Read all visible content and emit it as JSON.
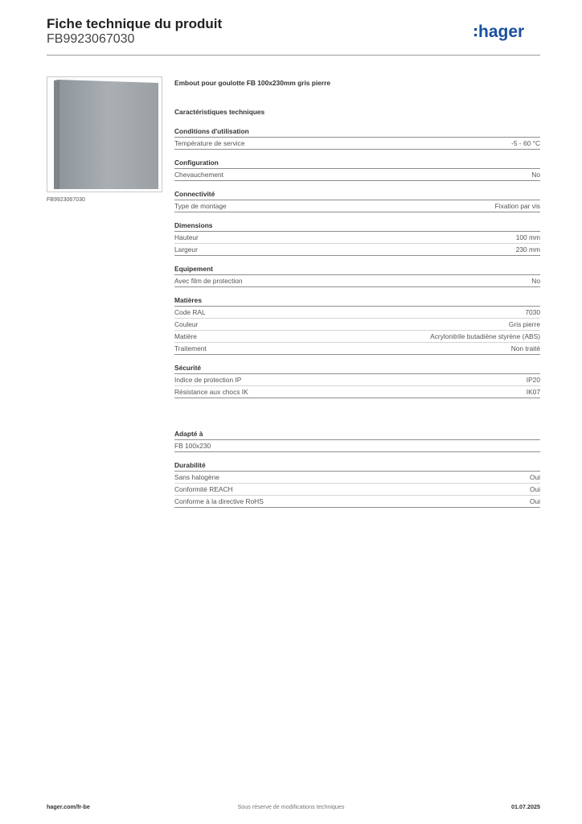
{
  "header": {
    "title": "Fiche technique du produit",
    "reference": "FB9923067030",
    "logo_text": ":hager",
    "brand_color": "#1a4fa0"
  },
  "product": {
    "image_caption": "FB9923067030",
    "description": "Embout pour goulotte FB 100x230mm gris pierre"
  },
  "specs_heading": "Caractéristiques techniques",
  "groups": [
    {
      "title": "Conditions d'utilisation",
      "rows": [
        {
          "label": "Température de service",
          "value": "-5 - 60 °C"
        }
      ]
    },
    {
      "title": "Configuration",
      "rows": [
        {
          "label": "Chevauchement",
          "value": "No"
        }
      ]
    },
    {
      "title": "Connectivité",
      "rows": [
        {
          "label": "Type de montage",
          "value": "Fixation par vis"
        }
      ]
    },
    {
      "title": "Dimensions",
      "rows": [
        {
          "label": "Hauteur",
          "value": "100 mm"
        },
        {
          "label": "Largeur",
          "value": "230 mm"
        }
      ]
    },
    {
      "title": "Equipement",
      "rows": [
        {
          "label": "Avec film de protection",
          "value": "No"
        }
      ]
    },
    {
      "title": "Matières",
      "rows": [
        {
          "label": "Code RAL",
          "value": "7030"
        },
        {
          "label": "Couleur",
          "value": "Gris pierre"
        },
        {
          "label": "Matière",
          "value": "Acrylonitrile butadiène styrène (ABS)"
        },
        {
          "label": "Traitement",
          "value": "Non traité"
        }
      ]
    },
    {
      "title": "Sécurité",
      "rows": [
        {
          "label": "Indice de protection IP",
          "value": "IP20"
        },
        {
          "label": "Résistance aux chocs IK",
          "value": "IK07"
        }
      ]
    },
    {
      "title": "Adapté à",
      "rows": [
        {
          "label": "FB 100x230",
          "value": ""
        }
      ]
    },
    {
      "title": "Durabilité",
      "rows": [
        {
          "label": "Sans halogène",
          "value": "Oui"
        },
        {
          "label": "Conformité REACH",
          "value": "Oui"
        },
        {
          "label": "Conforme à la directive RoHS",
          "value": "Oui"
        }
      ]
    }
  ],
  "footer": {
    "website": "hager.com/fr-be",
    "notice": "Sous réserve de modifications techniques",
    "date": "01.07.2025"
  }
}
